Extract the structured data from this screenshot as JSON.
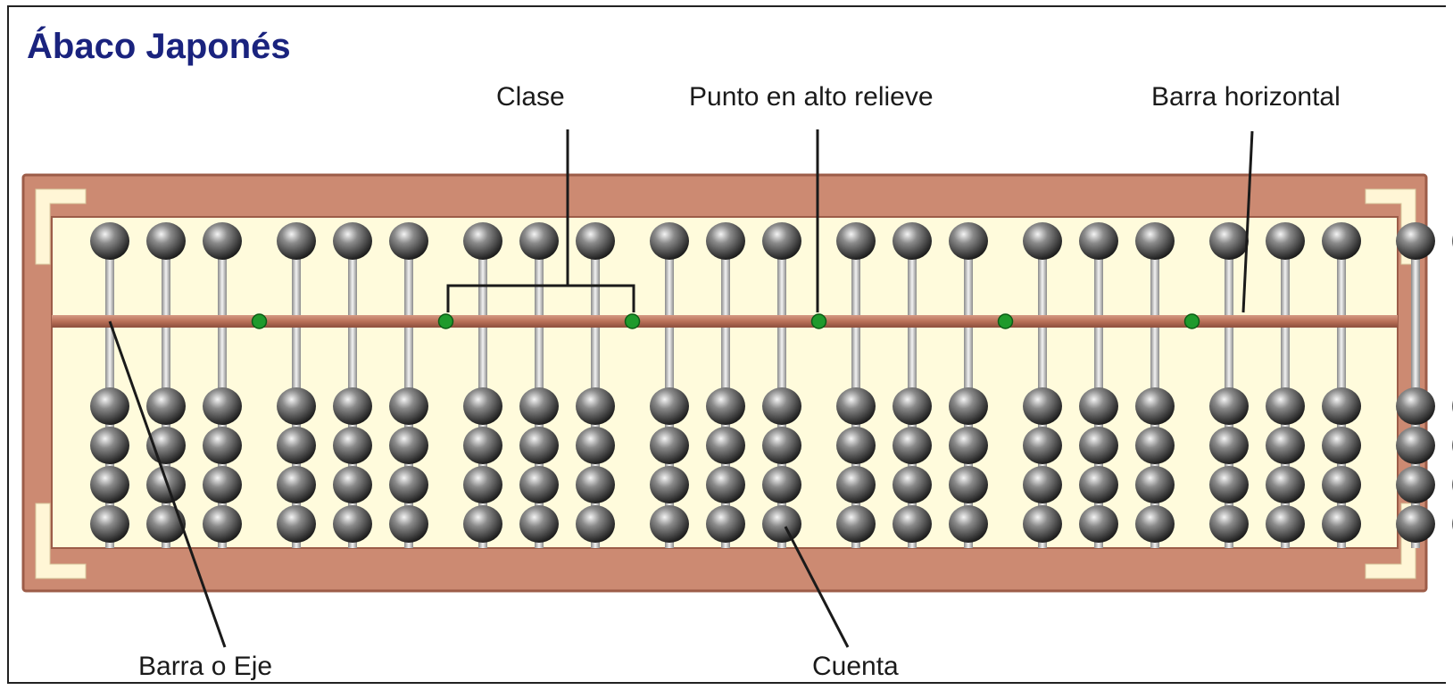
{
  "title": "Ábaco Japonés",
  "labels": {
    "clase": "Clase",
    "punto": "Punto en alto relieve",
    "barra_horizontal": "Barra horizontal",
    "barra_eje": "Barra o Eje",
    "cuenta": "Cuenta"
  },
  "abacus": {
    "rods": 23,
    "upper_beads_per_rod": 1,
    "lower_beads_per_rod": 4,
    "colors": {
      "frame": "#cc8a72",
      "frame_dark": "#9c5c48",
      "interior": "#fffbdc",
      "bead": "#3a3a3a",
      "dot": "#1f9a2c",
      "corner": "#fff6d6"
    }
  }
}
